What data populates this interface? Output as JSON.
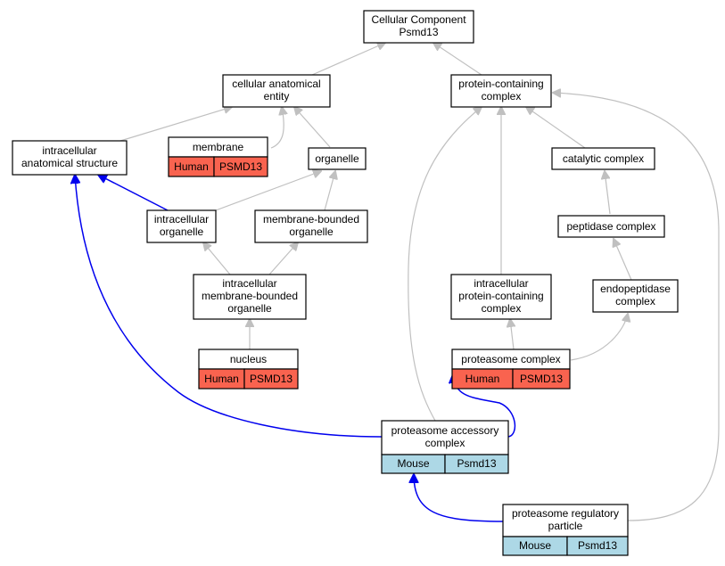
{
  "nodes": {
    "cellular_component": {
      "lines": [
        "Cellular Component",
        "Psmd13"
      ]
    },
    "cellular_anatomical_entity": {
      "lines": [
        "cellular anatomical",
        "entity"
      ]
    },
    "protein_containing_complex": {
      "lines": [
        "protein-containing",
        "complex"
      ]
    },
    "intracellular_anatomical_structure": {
      "lines": [
        "intracellular",
        "anatomical structure"
      ]
    },
    "membrane": {
      "lines": [
        "membrane"
      ],
      "species": "Human",
      "gene": "PSMD13"
    },
    "organelle": {
      "lines": [
        "organelle"
      ]
    },
    "catalytic_complex": {
      "lines": [
        "catalytic complex"
      ]
    },
    "intracellular_organelle": {
      "lines": [
        "intracellular",
        "organelle"
      ]
    },
    "membrane_bounded_organelle": {
      "lines": [
        "membrane-bounded",
        "organelle"
      ]
    },
    "peptidase_complex": {
      "lines": [
        "peptidase complex"
      ]
    },
    "intracellular_membrane_bounded_organelle": {
      "lines": [
        "intracellular",
        "membrane-bounded",
        "organelle"
      ]
    },
    "intracellular_protein_containing_complex": {
      "lines": [
        "intracellular",
        "protein-containing",
        "complex"
      ]
    },
    "endopeptidase_complex": {
      "lines": [
        "endopeptidase",
        "complex"
      ]
    },
    "nucleus": {
      "lines": [
        "nucleus"
      ],
      "species": "Human",
      "gene": "PSMD13"
    },
    "proteasome_complex": {
      "lines": [
        "proteasome complex"
      ],
      "species": "Human",
      "gene": "PSMD13"
    },
    "proteasome_accessory_complex": {
      "lines": [
        "proteasome accessory",
        "complex"
      ],
      "species": "Mouse",
      "gene": "Psmd13"
    },
    "proteasome_regulatory_particle": {
      "lines": [
        "proteasome regulatory",
        "particle"
      ],
      "species": "Mouse",
      "gene": "Psmd13"
    }
  },
  "colors": {
    "human_cell": "#f9634f",
    "mouse_cell": "#add8e6",
    "is_a_edge": "#c0c0c0",
    "part_of_edge": "#0000ee"
  }
}
